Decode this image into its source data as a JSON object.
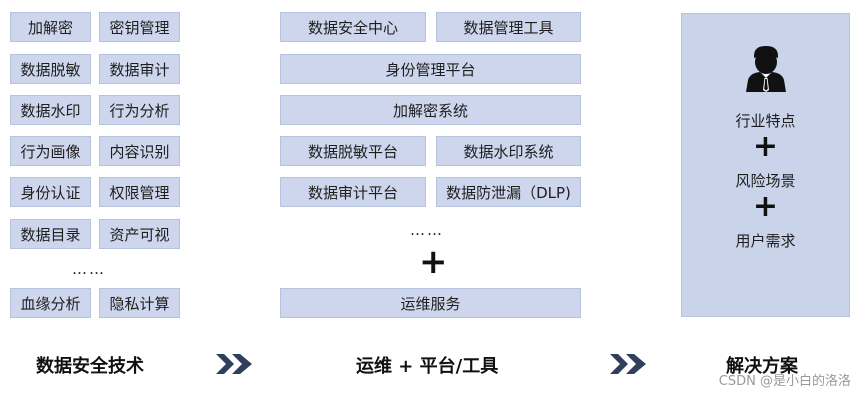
{
  "left_column": {
    "items": [
      "加解密",
      "密钥管理",
      "数据脱敏",
      "数据审计",
      "数据水印",
      "行为分析",
      "行为画像",
      "内容识别",
      "身份认证",
      "权限管理",
      "数据目录",
      "资产可视"
    ],
    "ellipsis": "……",
    "last_items": [
      "血缘分析",
      "隐私计算"
    ],
    "caption": "数据安全技术"
  },
  "middle_column": {
    "row1": [
      "数据安全中心",
      "数据管理工具"
    ],
    "row2": "身份管理平台",
    "row3": "加解密系统",
    "row4": [
      "数据脱敏平台",
      "数据水印系统"
    ],
    "row5": [
      "数据审计平台",
      "数据防泄漏（DLP)"
    ],
    "ellipsis": "……",
    "plus": "+",
    "service": "运维服务",
    "caption": "运维 + 平台/工具"
  },
  "right_column": {
    "items": [
      "行业特点",
      "风险场景",
      "用户需求"
    ],
    "plus": "+",
    "caption": "解决方案",
    "icon": "businessman-icon"
  },
  "arrows": {
    "icon": "double-chevron-right-icon",
    "color": "#2f3f5c"
  },
  "colors": {
    "box_fill": "#cdd6ec",
    "box_border": "#b6c3e0"
  },
  "watermark": "CSDN @是小白的洛洛"
}
